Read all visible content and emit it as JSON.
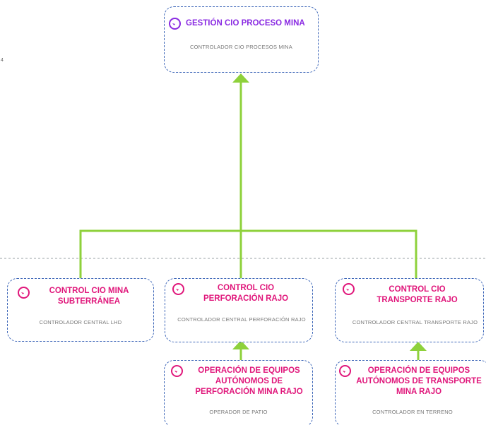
{
  "side_mark": "4",
  "colors": {
    "purple": "#8a2be2",
    "pink": "#e0177b",
    "connector": "#8ed13b",
    "border": "#3d66b8"
  },
  "root": {
    "icon": "checkmark-icon",
    "title": "GESTIÓN CIO PROCESO MINA",
    "subtitle": "CONTROLADOR CIO PROCESOS MINA"
  },
  "level2": [
    {
      "icon": "checkmark-icon",
      "title": "CONTROL CIO MINA SUBTERRÁNEA",
      "subtitle": "CONTROLADOR CENTRAL LHD"
    },
    {
      "icon": "checkmark-icon",
      "title": "CONTROL CIO PERFORACIÓN RAJO",
      "subtitle": "CONTROLADOR CENTRAL PERFORACIÓN RAJO"
    },
    {
      "icon": "checkmark-icon",
      "title": "CONTROL CIO TRANSPORTE RAJO",
      "subtitle": "CONTROLADOR CENTRAL TRANSPORTE RAJO"
    }
  ],
  "level3": [
    {
      "icon": "checkmark-icon",
      "title": "OPERACIÓN DE EQUIPOS AUTÓNOMOS DE PERFORACIÓN MINA RAJO",
      "subtitle": "OPERADOR DE PATIO"
    },
    {
      "icon": "checkmark-icon",
      "title": "OPERACIÓN DE EQUIPOS AUTÓNOMOS DE TRANSPORTE MINA RAJO",
      "subtitle": "CONTROLADOR EN TERRENO"
    }
  ]
}
